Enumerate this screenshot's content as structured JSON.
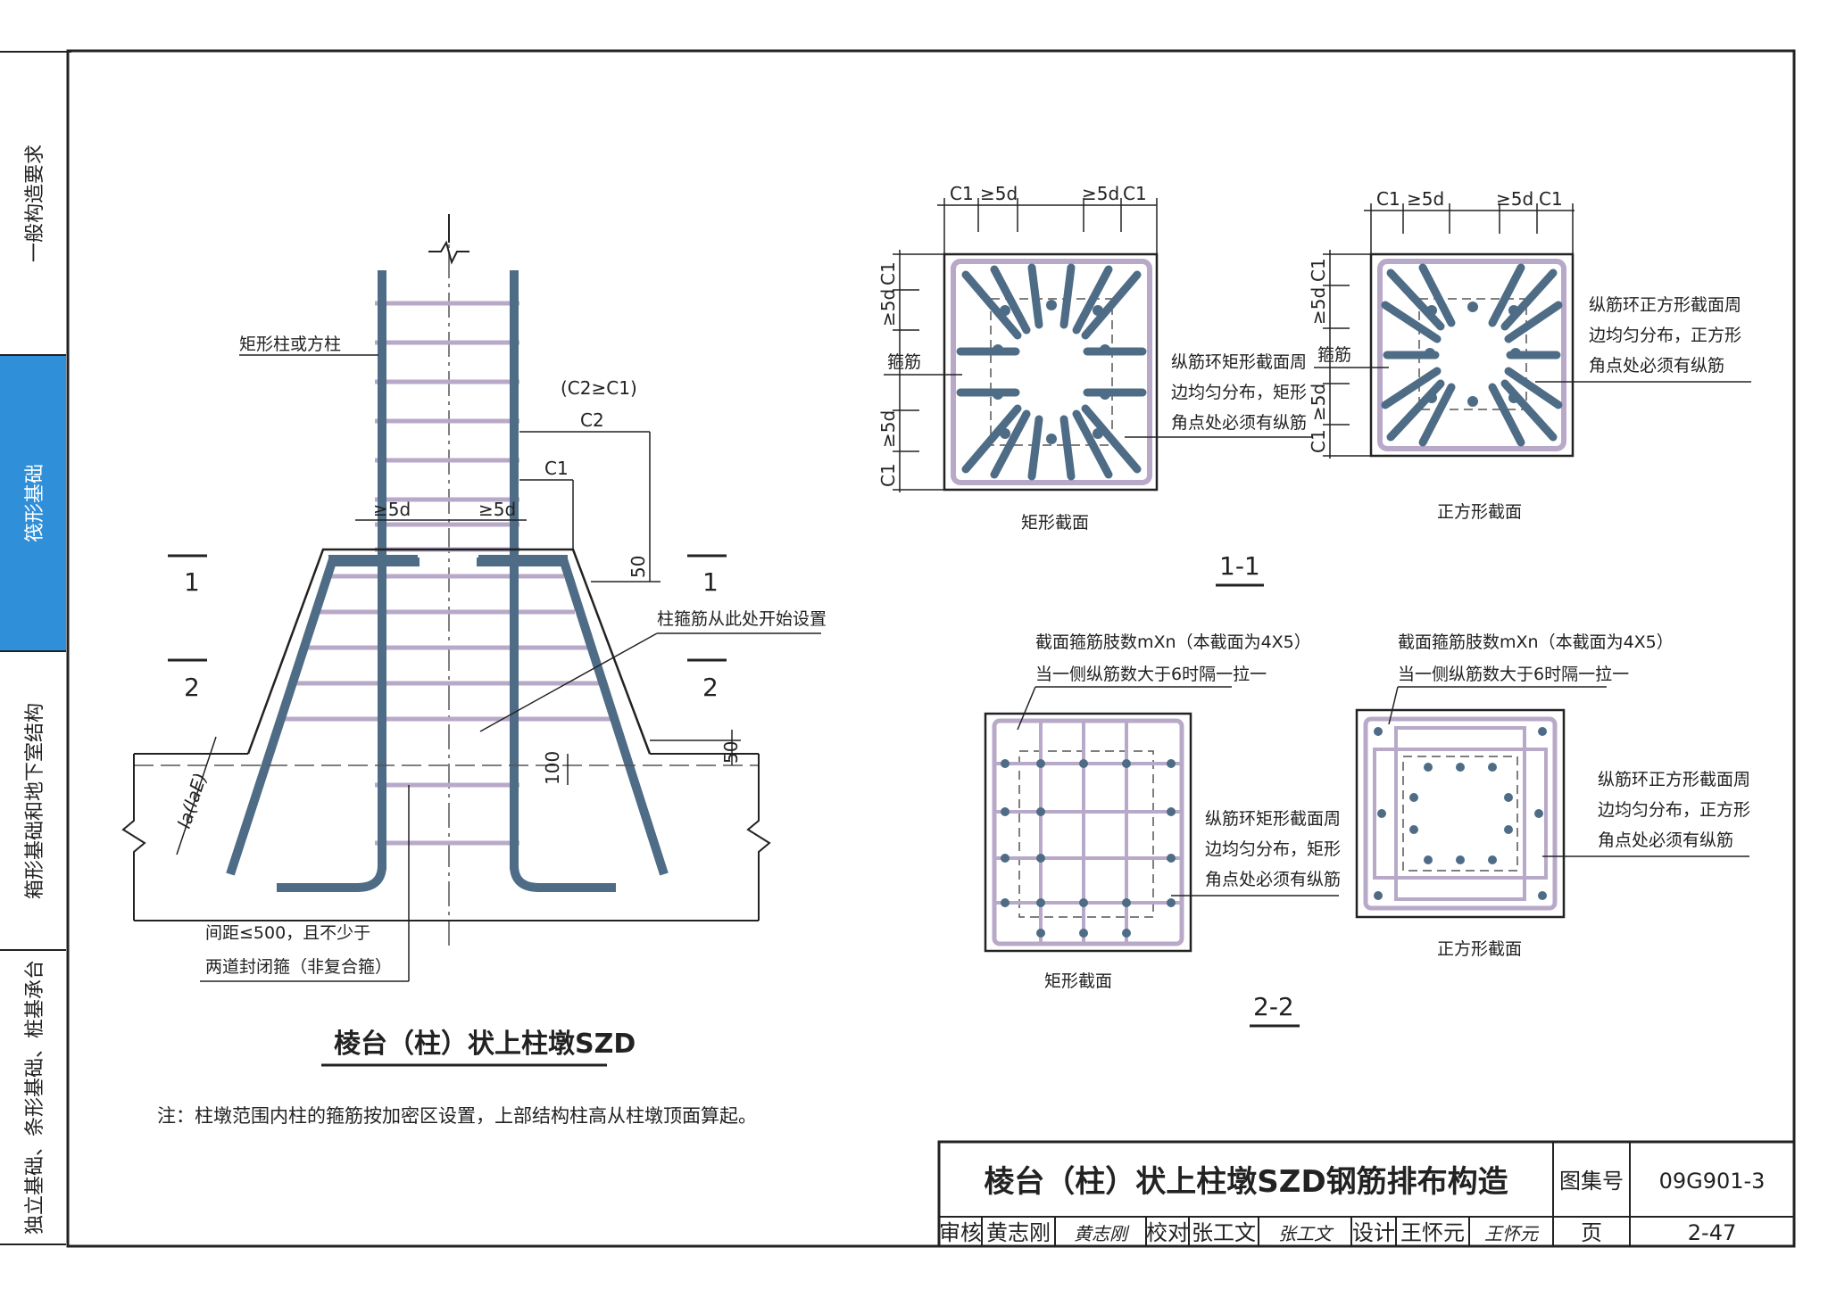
{
  "side_tabs": [
    {
      "label": "一般构造要求",
      "active": false
    },
    {
      "label": "筏形基础",
      "active": true
    },
    {
      "label": "箱形基础和地下室结构",
      "active": false
    },
    {
      "label": "独立基础、条形基础、桩基承台",
      "active": false
    }
  ],
  "colors": {
    "tab_active": "#2f8fd8",
    "rebar": "#4e6c85",
    "stirrup": "#b9a9c9",
    "ink": "#222222"
  },
  "elevation": {
    "caption": "棱台（柱）状上柱墩SZD",
    "label_column": "矩形柱或方柱",
    "label_c2_rule": "(C2≥C1)",
    "label_c2": "C2",
    "label_c1": "C1",
    "label_5d_left": "≥5d",
    "label_5d_right": "≥5d",
    "label_50_top": "50",
    "label_50_bottom": "50",
    "label_100": "100",
    "label_anchor": "la(laE)",
    "label_stirrup_start": "柱箍筋从此处开始设置",
    "label_spacing_1": "间距≤500，且不少于",
    "label_spacing_2": "两道封闭箍（非复合箍）",
    "section_marks": [
      "1",
      "1",
      "2",
      "2"
    ]
  },
  "section_11": {
    "title": "1-1",
    "rect_caption": "矩形截面",
    "square_caption": "正方形截面",
    "dim_c1": "C1",
    "dim_5d": "≥5d",
    "label_stirrup": "箍筋",
    "rect_note": [
      "纵筋环矩形截面周",
      "边均匀分布，矩形",
      "角点处必须有纵筋"
    ],
    "square_note": [
      "纵筋环正方形截面周",
      "边均匀分布，正方形",
      "角点处必须有纵筋"
    ]
  },
  "section_22": {
    "title": "2-2",
    "rect_caption": "矩形截面",
    "square_caption": "正方形截面",
    "legs_note": [
      "截面箍筋肢数mXn（本截面为4X5）",
      "当一侧纵筋数大于6时隔一拉一"
    ],
    "rect_note": [
      "纵筋环矩形截面周",
      "边均匀分布，矩形",
      "角点处必须有纵筋"
    ],
    "square_note": [
      "纵筋环正方形截面周",
      "边均匀分布，正方形",
      "角点处必须有纵筋"
    ]
  },
  "note": "注：柱墩范围内柱的箍筋按加密区设置，上部结构柱高从柱墩顶面算起。",
  "title_block": {
    "title": "棱台（柱）状上柱墩SZD钢筋排布构造",
    "atlas_label": "图集号",
    "atlas_no": "09G901-3",
    "review_label": "审核",
    "reviewer": "黄志刚",
    "reviewer_sig": "黄志刚",
    "check_label": "校对",
    "checker": "张工文",
    "checker_sig": "张工文",
    "design_label": "设计",
    "designer": "王怀元",
    "designer_sig": "王怀元",
    "page_label": "页",
    "page_no": "2-47"
  }
}
